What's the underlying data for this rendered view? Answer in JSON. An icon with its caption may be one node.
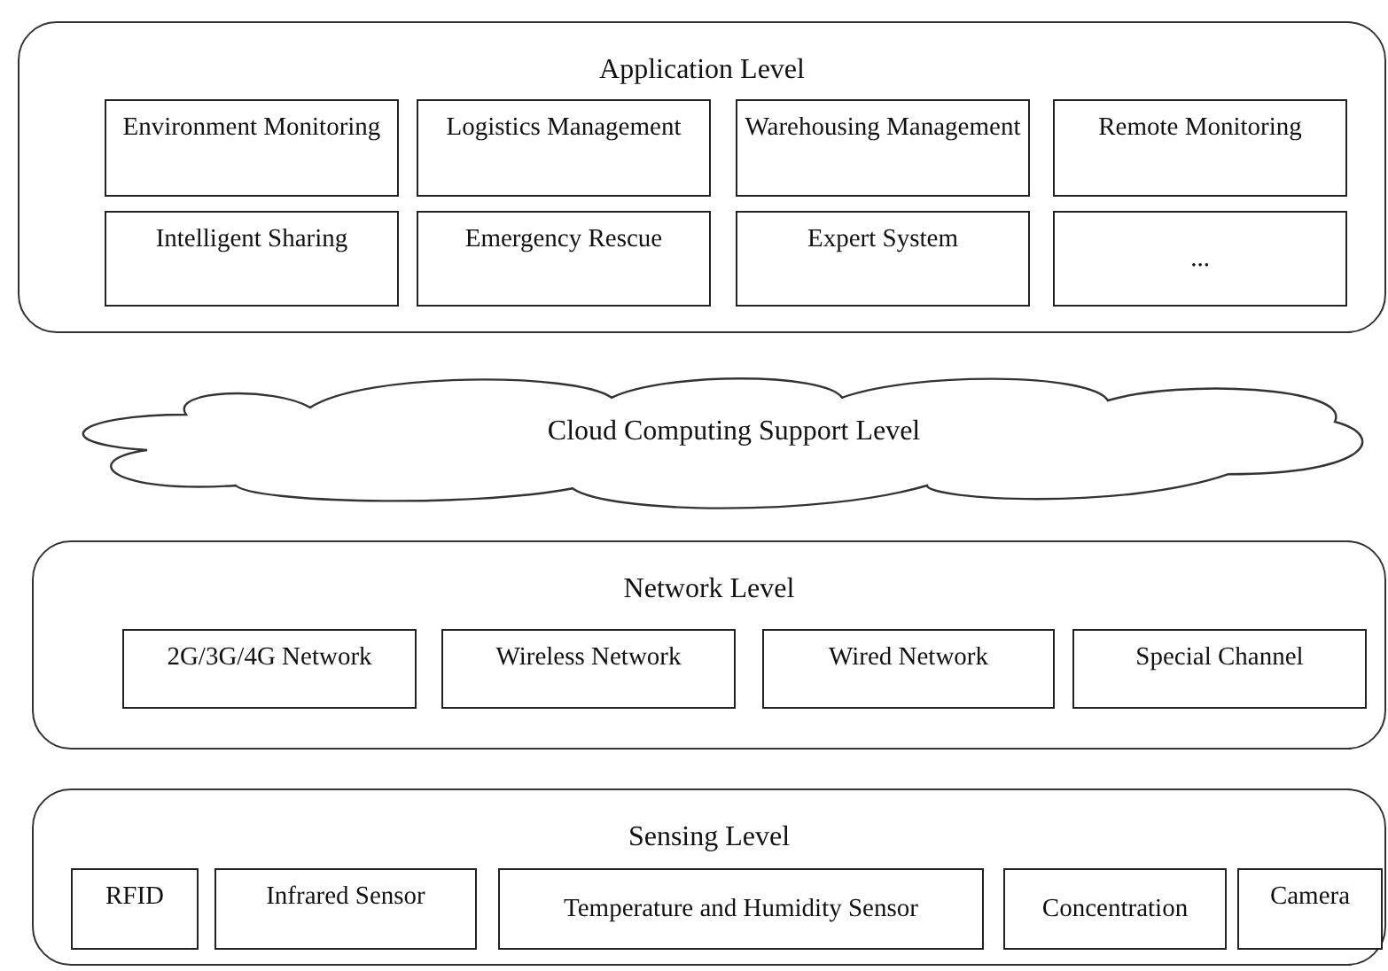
{
  "diagram": {
    "nodes": [
      {
        "text": [
          "Application Level"
        ]
      },
      {
        "text": [
          "Environment Monitoring"
        ],
        "in": 0
      },
      {
        "text": [
          "Logistics Management"
        ],
        "in": 0
      },
      {
        "text": [
          "Warehousing Management"
        ],
        "in": 0
      },
      {
        "text": [
          "Remote Monitoring"
        ],
        "in": 0
      },
      {
        "text": [
          "Intelligent Sharing"
        ],
        "in": 0
      },
      {
        "text": [
          "Emergency Rescue"
        ],
        "in": 0
      },
      {
        "text": [
          "Expert System"
        ],
        "in": 0
      },
      {
        "text": [
          "..."
        ],
        "in": 0
      },
      {
        "text": [
          "Cloud Computing Support Level"
        ]
      },
      {
        "text": [
          "Network Level"
        ]
      },
      {
        "text": [
          "2G/3G/4G Network"
        ],
        "in": 10
      },
      {
        "text": [
          "Wireless Network"
        ],
        "in": 10
      },
      {
        "text": [
          "Wired Network"
        ],
        "in": 10
      },
      {
        "text": [
          "Special Channel"
        ],
        "in": 10
      },
      {
        "text": [
          "Sensing Level"
        ]
      },
      {
        "text": [
          "RFID"
        ],
        "in": 15
      },
      {
        "text": [
          "Infrared Sensor"
        ],
        "in": 15
      },
      {
        "text": [
          "Temperature and Humidity Sensor"
        ],
        "in": 15
      },
      {
        "text": [
          "Concentration"
        ],
        "in": 15
      },
      {
        "text": [
          "Camera"
        ],
        "in": 15
      }
    ],
    "edges": []
  }
}
